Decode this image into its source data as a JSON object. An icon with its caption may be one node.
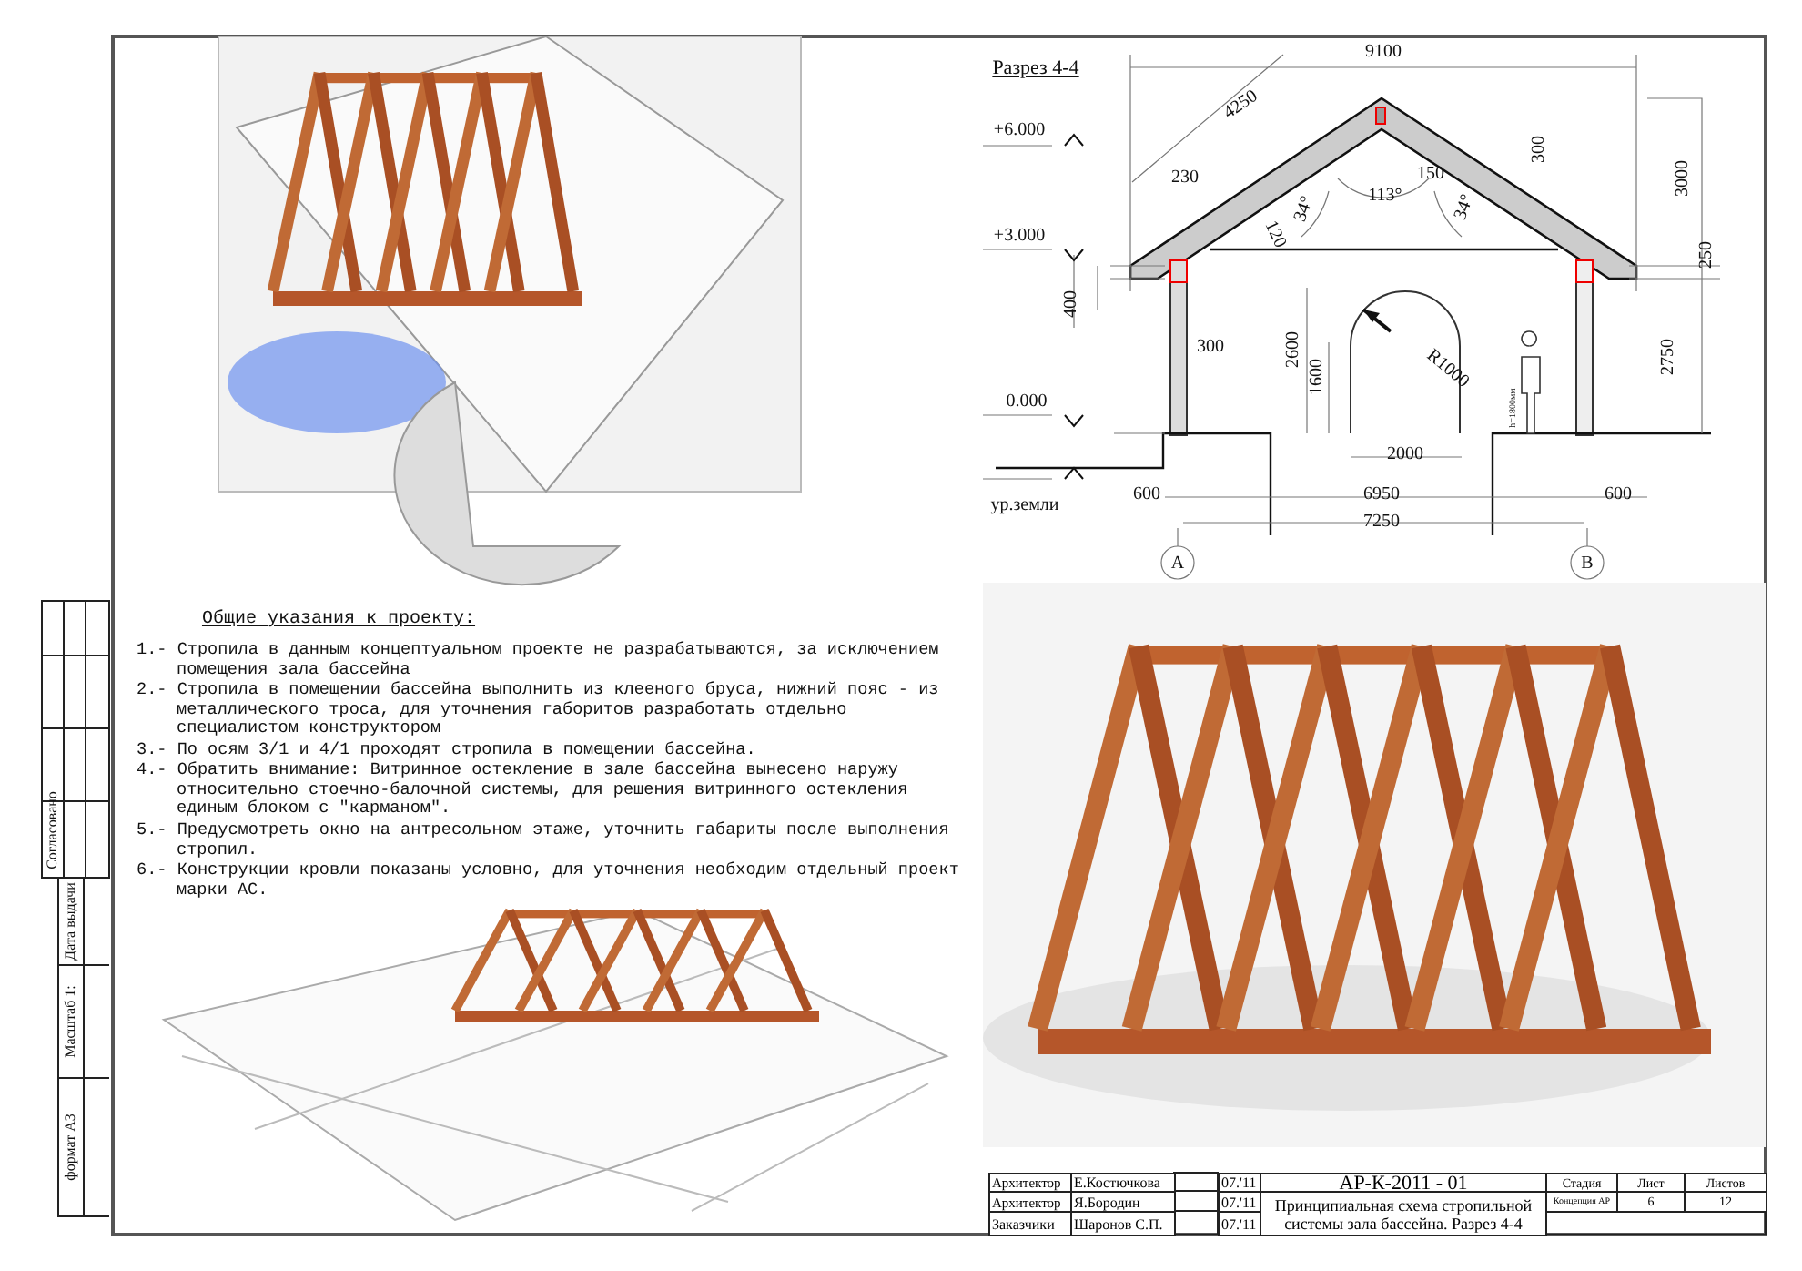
{
  "diagram": {
    "labels": [
      "Разрез 4-4",
      "9100",
      "4250",
      "+6.000",
      "300",
      "150",
      "3000",
      "230",
      "113°",
      "34°",
      "34°",
      "+3.000",
      "120",
      "250",
      "400",
      "300",
      "2600",
      "1600",
      "R1000",
      "h=1800мм",
      "2750",
      "0.000",
      "2000",
      "ур.земли",
      "600",
      "6950",
      "600",
      "7250",
      "А",
      "В",
      "Общие указания к проекту:",
      "1.- Стропила в данным концептуальном проекте не разрабатываются, за исключением помещения зала бассейна",
      "2.- Стропила в помещении бассейна выполнить из клееного бруса, нижний пояс - из металлического троса, для уточнения габоритов разработать отдельно специалистом конструктором",
      "3.- По осям 3/1 и 4/1 проходят стропила в помещении бассейна.",
      "4.- Обратить внимание: Витринное остекление в зале бассейна вынесено наружу относительно стоечно-балочной системы, для решения витринного остекления единым блоком с \"карманом\".",
      "5.- Предусмотреть окно на антресольном этаже, уточнить габариты после выполнения стропил.",
      "6.- Конструкции кровли показаны условно, для уточнения необходим отдельный проект марки АС.",
      "Архитектор",
      "Е.Костючкова",
      "07.'11",
      "АР-К-2011 - 01",
      "Стадия",
      "Лист",
      "Листов",
      "Архитектор",
      "Я.Бородин",
      "07.'11",
      "Принципиальная схема стропильной системы зала бассейна. Разрез 4-4",
      "Концепция АР",
      "6",
      "12",
      "Заказчики",
      "Шаронов С.П.",
      "07.'11",
      "Согласовано",
      "Дата выдачи",
      "Масштаб 1:",
      "формат А3"
    ]
  }
}
